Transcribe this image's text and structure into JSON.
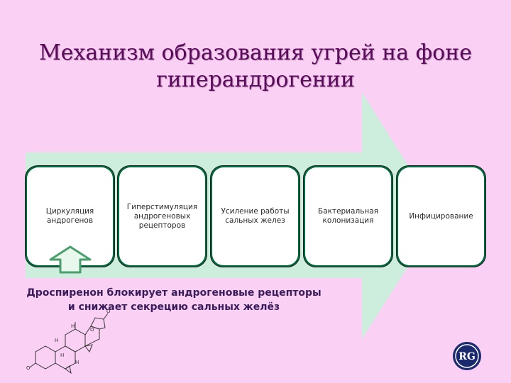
{
  "title": "Механизм образования угрей на фоне гиперандрогении",
  "steps": [
    {
      "label": "Циркуляция андрогенов"
    },
    {
      "label": "Гиперстимуляция андрогеновых рецепторов"
    },
    {
      "label": "Усиление работы сальных желез"
    },
    {
      "label": "Бактериальная колонизация"
    },
    {
      "label": "Инфицирование"
    }
  ],
  "note": "Дроспиренон блокирует андрогеновые рецепторы и снижает секрецию сальных желёз",
  "logo": {
    "letters": "RG"
  },
  "colors": {
    "background": "#fbd0f5",
    "arrow": "#cdeedd",
    "box_border": "#006b3c",
    "title": "#5a0a5a",
    "note": "#3a1d5c",
    "up_arrow_fill": "#e8f8ec",
    "up_arrow_border": "#4a9e6e",
    "logo": "#1b2a6e"
  }
}
